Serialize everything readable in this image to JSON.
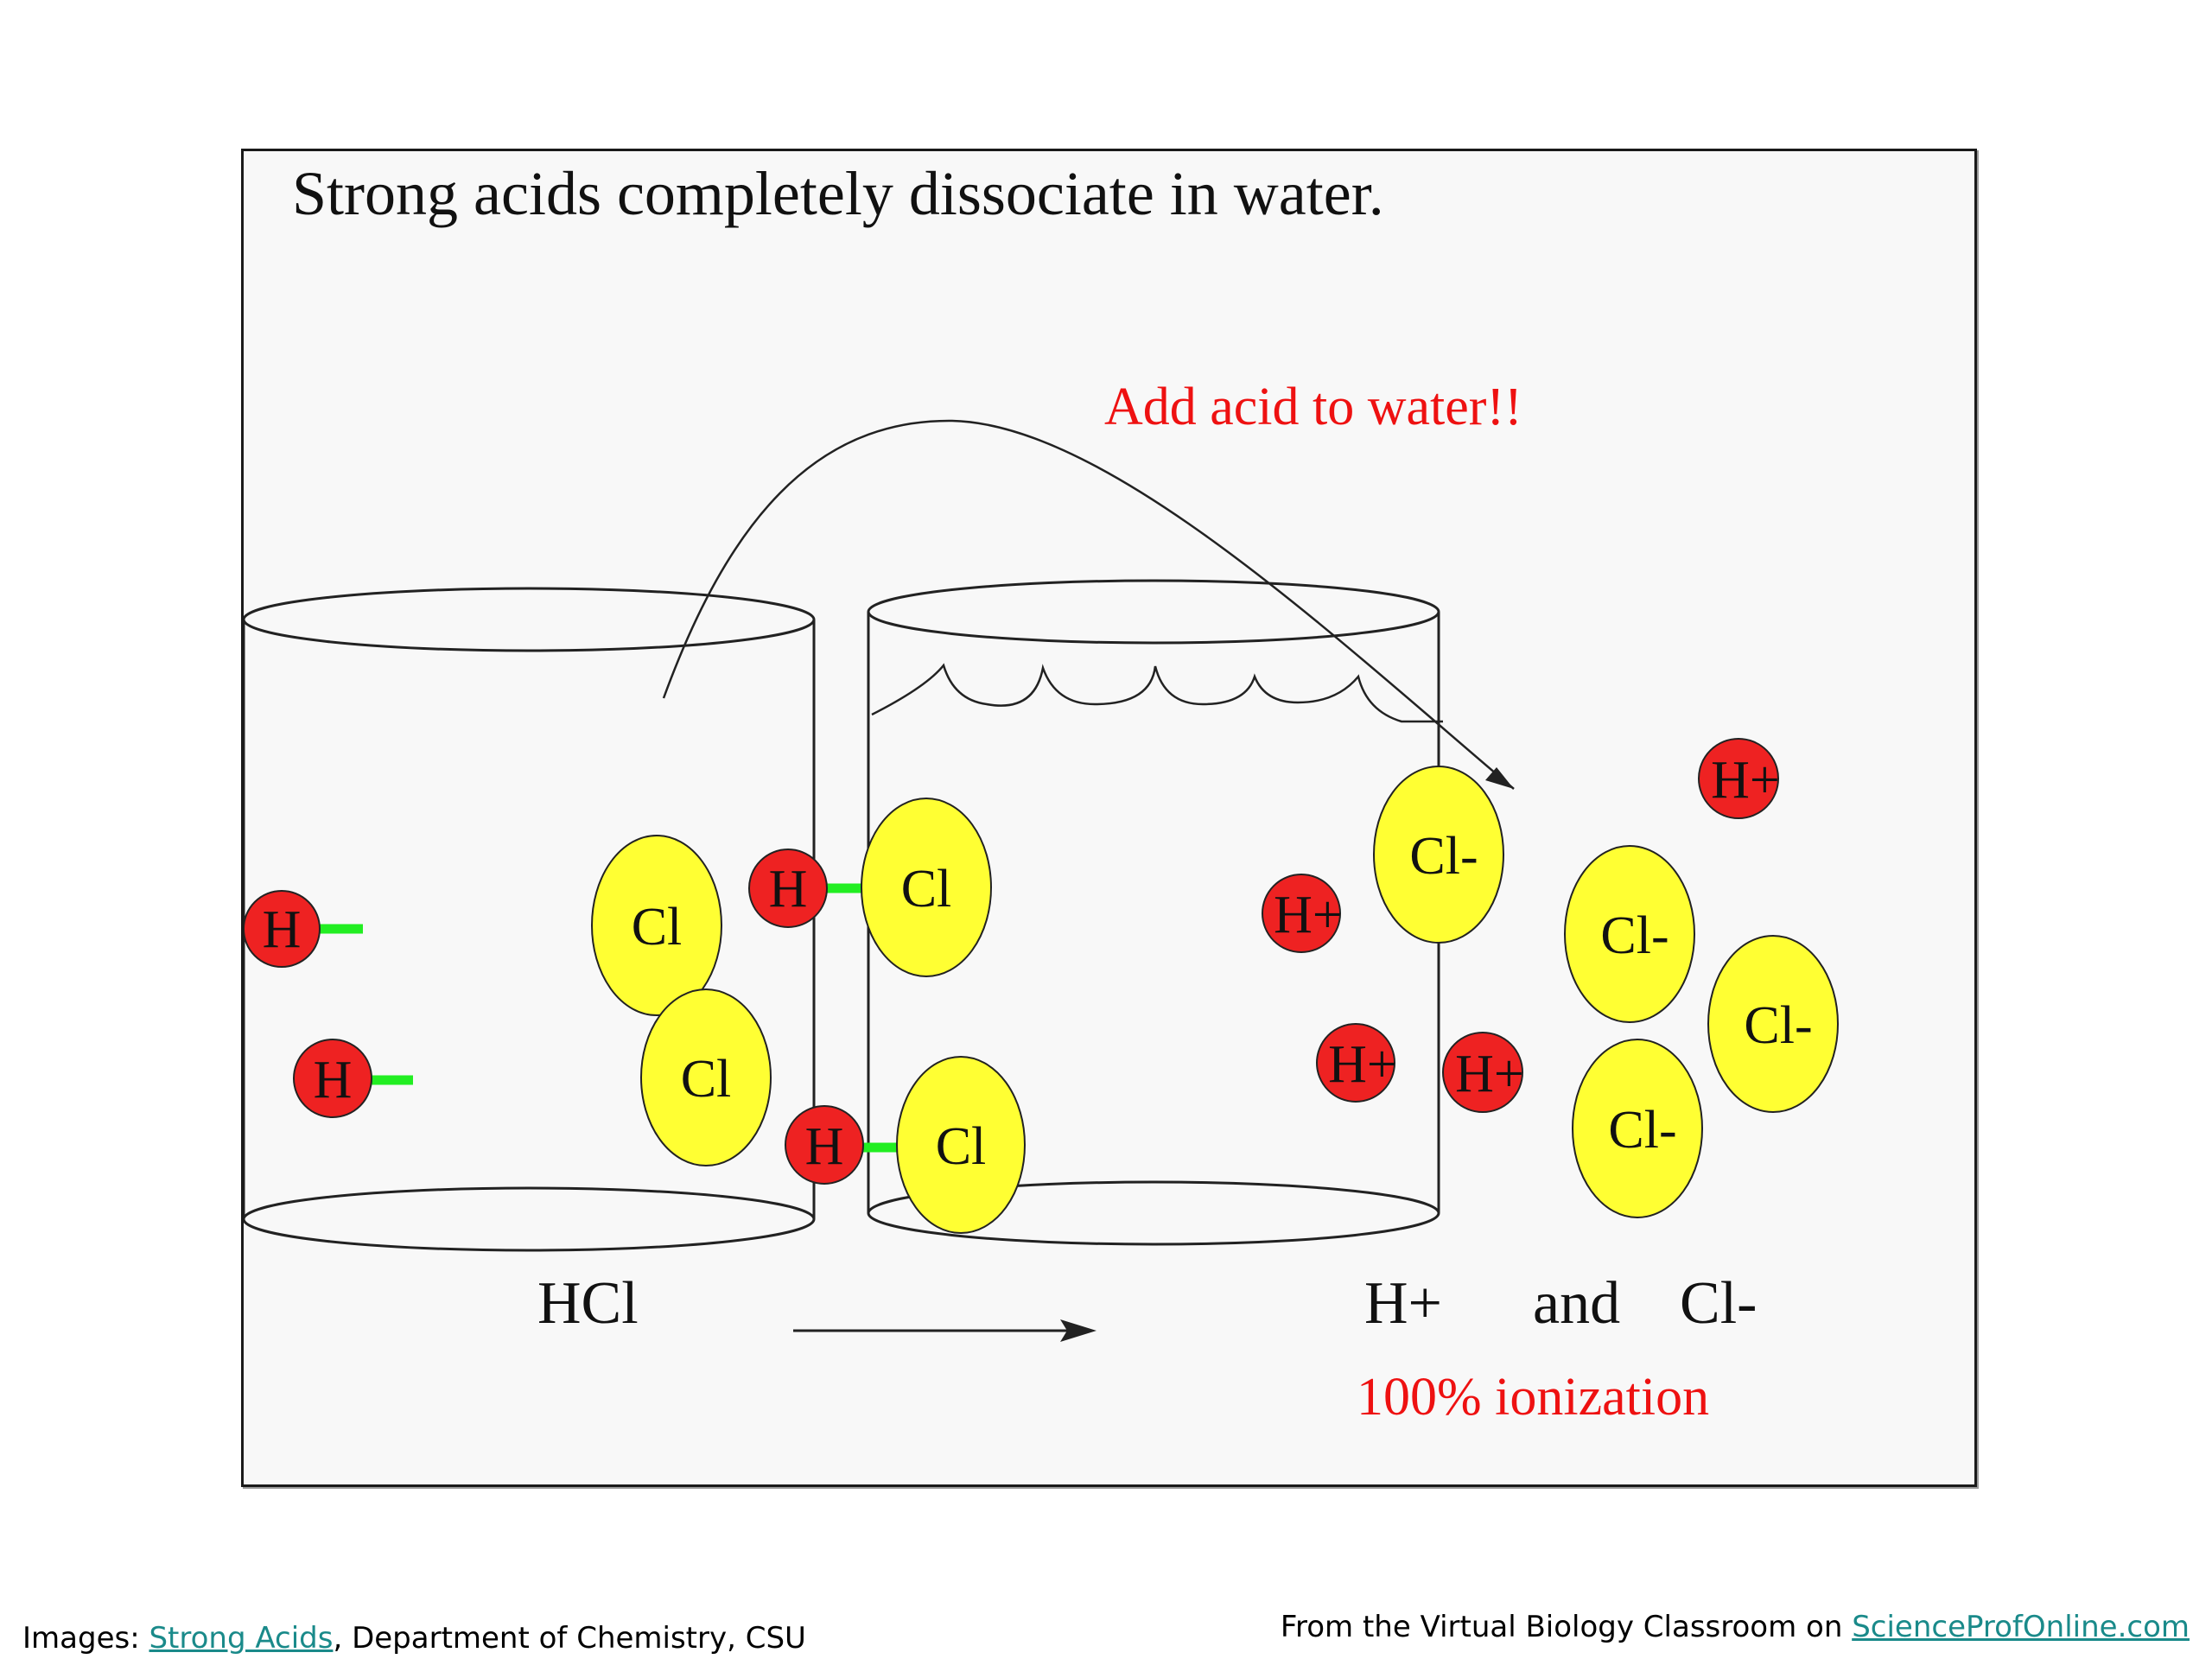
{
  "slide": {
    "title": "Strong acids completely dissociate in water.",
    "instruction": "Add acid to water!!",
    "reactant_label": "HCl",
    "product_h": "H+",
    "product_and": "and",
    "product_cl": "Cl-",
    "ionization": "100% ionization"
  },
  "atoms": {
    "h": "H",
    "cl": "Cl",
    "h_ion": "H+",
    "cl_ion": "Cl-"
  },
  "colors": {
    "hydrogen": "#ee2222",
    "chlorine": "#ffff33",
    "bond": "#22ee22",
    "accent_text": "#ee1111"
  },
  "footer": {
    "left_prefix": "Images: ",
    "left_link": "Strong Acids",
    "left_suffix": ", Department of Chemistry, CSU",
    "right_prefix": "From the Virtual Biology Classroom on ",
    "right_link": "ScienceProfOnline.com"
  }
}
